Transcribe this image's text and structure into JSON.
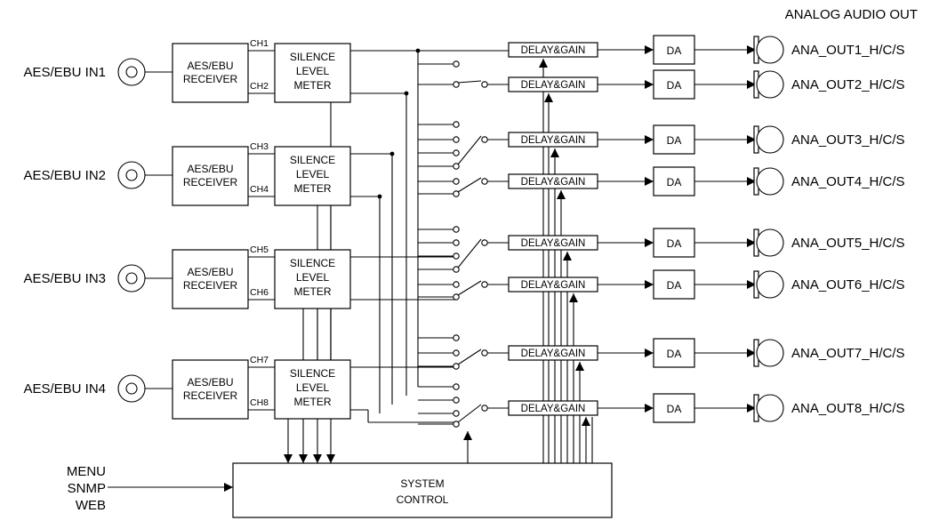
{
  "header": {
    "title": "ANALOG AUDIO OUT"
  },
  "inputs": [
    {
      "label": "AES/EBU IN1",
      "receiver": [
        "AES/EBU",
        "RECEIVER"
      ],
      "ch_a": "CH1",
      "ch_b": "CH2",
      "meter": [
        "SILENCE",
        "LEVEL",
        "METER"
      ]
    },
    {
      "label": "AES/EBU IN2",
      "receiver": [
        "AES/EBU",
        "RECEIVER"
      ],
      "ch_a": "CH3",
      "ch_b": "CH4",
      "meter": [
        "SILENCE",
        "LEVEL",
        "METER"
      ]
    },
    {
      "label": "AES/EBU IN3",
      "receiver": [
        "AES/EBU",
        "RECEIVER"
      ],
      "ch_a": "CH5",
      "ch_b": "CH6",
      "meter": [
        "SILENCE",
        "LEVEL",
        "METER"
      ]
    },
    {
      "label": "AES/EBU IN4",
      "receiver": [
        "AES/EBU",
        "RECEIVER"
      ],
      "ch_a": "CH7",
      "ch_b": "CH8",
      "meter": [
        "SILENCE",
        "LEVEL",
        "METER"
      ]
    }
  ],
  "outputs": [
    {
      "delay_gain": "DELAY&GAIN",
      "da": "DA",
      "label": "ANA_OUT1_H/C/S"
    },
    {
      "delay_gain": "DELAY&GAIN",
      "da": "DA",
      "label": "ANA_OUT2_H/C/S"
    },
    {
      "delay_gain": "DELAY&GAIN",
      "da": "DA",
      "label": "ANA_OUT3_H/C/S"
    },
    {
      "delay_gain": "DELAY&GAIN",
      "da": "DA",
      "label": "ANA_OUT4_H/C/S"
    },
    {
      "delay_gain": "DELAY&GAIN",
      "da": "DA",
      "label": "ANA_OUT5_H/C/S"
    },
    {
      "delay_gain": "DELAY&GAIN",
      "da": "DA",
      "label": "ANA_OUT6_H/C/S"
    },
    {
      "delay_gain": "DELAY&GAIN",
      "da": "DA",
      "label": "ANA_OUT7_H/C/S"
    },
    {
      "delay_gain": "DELAY&GAIN",
      "da": "DA",
      "label": "ANA_OUT8_H/C/S"
    }
  ],
  "control": {
    "system": [
      "SYSTEM",
      "CONTROL"
    ],
    "interfaces": [
      "MENU",
      "SNMP",
      "WEB"
    ]
  }
}
